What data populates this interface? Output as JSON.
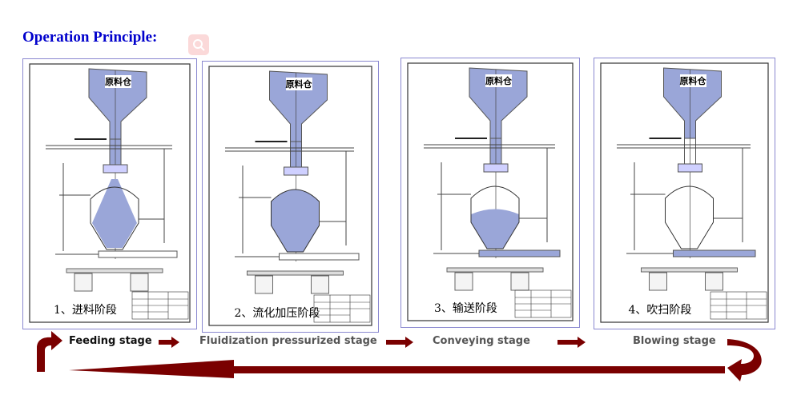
{
  "page": {
    "title": "Operation Principle:"
  },
  "stages": [
    {
      "caption": "Feeding stage",
      "drawing_label": "1、进料阶段",
      "hopper_label": "原料仓",
      "fill": "feed"
    },
    {
      "caption": "Fluidization pressurized stage",
      "drawing_label": "2、流化加压阶段",
      "hopper_label": "原料仓",
      "fill": "full"
    },
    {
      "caption": "Conveying stage",
      "drawing_label": "3、输送阶段",
      "hopper_label": "原料仓",
      "fill": "low"
    },
    {
      "caption": "Blowing stage",
      "drawing_label": "4、吹扫阶段",
      "hopper_label": "原料仓",
      "fill": "empty"
    }
  ],
  "colors": {
    "arrow": "#7a0000",
    "title": "#0000cc",
    "material": "#9aa6d8"
  }
}
